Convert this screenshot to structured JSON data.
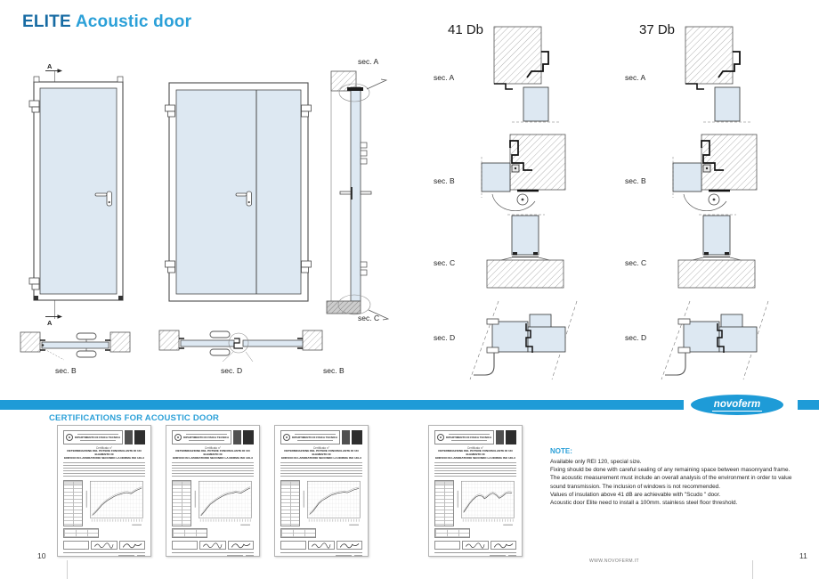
{
  "header": {
    "title_primary": "ELITE",
    "title_secondary": "Acoustic door"
  },
  "left_page": {
    "section_marker": "A",
    "vertical_section": {
      "top_label": "sec. A",
      "bottom_label": "sec. C"
    },
    "plan_labels": {
      "single": "sec. B",
      "double_center": "sec. D",
      "double_right": "sec. B"
    }
  },
  "right_page": {
    "columns": [
      {
        "rating": "41 Db",
        "section_labels": [
          "sec. A",
          "sec. B",
          "sec. C",
          "sec. D"
        ]
      },
      {
        "rating": "37 Db",
        "section_labels": [
          "sec. A",
          "sec. B",
          "sec. C",
          "sec. D"
        ]
      }
    ]
  },
  "brand": {
    "logo_text": "novoferm",
    "accent_color": "#1e9bd7"
  },
  "certifications": {
    "heading": "CERTIFICATIONS FOR ACOUSTIC DOOR",
    "documents": [
      {
        "institute_header": "DIPARTIMENTO DI FISICA TECNICA",
        "certificate_label": "Certificato n°",
        "title_line1": "DETERMINAZIONE DEL POTERE FONOISOLANTE DI UN ELEMENTO DI",
        "title_line2": "EDIFICIO IN LABORATORIO SECONDO LA NORMA ISO 140-3",
        "curve": [
          [
            4,
            74
          ],
          [
            10,
            68
          ],
          [
            16,
            60
          ],
          [
            22,
            52
          ],
          [
            28,
            46
          ],
          [
            34,
            41
          ],
          [
            40,
            37
          ],
          [
            46,
            33
          ],
          [
            52,
            30
          ],
          [
            58,
            28
          ],
          [
            64,
            26
          ],
          [
            70,
            25
          ],
          [
            74,
            26
          ],
          [
            78,
            27
          ],
          [
            82,
            24
          ],
          [
            88,
            20
          ],
          [
            94,
            17
          ],
          [
            98,
            15
          ]
        ]
      },
      {
        "institute_header": "DIPARTIMENTO DI FISICA TECNICA",
        "certificate_label": "Certificato n°",
        "title_line1": "DETERMINAZIONE DEL POTERE FONOISOLANTE DI UN ELEMENTO DI",
        "title_line2": "EDIFICIO IN LABORATORIO SECONDO LA NORMA ISO 140-3",
        "curve": [
          [
            4,
            75
          ],
          [
            10,
            67
          ],
          [
            16,
            58
          ],
          [
            22,
            50
          ],
          [
            28,
            45
          ],
          [
            34,
            40
          ],
          [
            40,
            36
          ],
          [
            46,
            32
          ],
          [
            52,
            29
          ],
          [
            58,
            27
          ],
          [
            64,
            26
          ],
          [
            70,
            24
          ],
          [
            76,
            25
          ],
          [
            80,
            26
          ],
          [
            86,
            22
          ],
          [
            92,
            18
          ],
          [
            98,
            15
          ]
        ]
      },
      {
        "institute_header": "DIPARTIMENTO DI FISICA TECNICA",
        "certificate_label": "Certificato n°",
        "title_line1": "DETERMINAZIONE DEL POTERE FONOISOLANTE DI UN ELEMENTO DI",
        "title_line2": "EDIFICIO IN LABORATORIO SECONDO LA NORMA ISO 140-3",
        "curve": [
          [
            4,
            72
          ],
          [
            10,
            66
          ],
          [
            16,
            57
          ],
          [
            22,
            48
          ],
          [
            28,
            42
          ],
          [
            34,
            38
          ],
          [
            40,
            34
          ],
          [
            46,
            30
          ],
          [
            52,
            28
          ],
          [
            58,
            26
          ],
          [
            64,
            25
          ],
          [
            70,
            24
          ],
          [
            76,
            25
          ],
          [
            82,
            22
          ],
          [
            88,
            19
          ],
          [
            94,
            17
          ],
          [
            98,
            16
          ]
        ]
      },
      {
        "institute_header": "DIPARTIMENTO DI FISICA TECNICA",
        "certificate_label": "Certificato n°",
        "title_line1": "DETERMINAZIONE DEL POTERE FONOISOLANTE DI UN ELEMENTO DI",
        "title_line2": "EDIFICIO IN LABORATORIO SECONDO LA NORMA ISO 140-3",
        "curve": [
          [
            4,
            68
          ],
          [
            10,
            58
          ],
          [
            16,
            48
          ],
          [
            22,
            40
          ],
          [
            28,
            34
          ],
          [
            34,
            31
          ],
          [
            40,
            33
          ],
          [
            44,
            38
          ],
          [
            48,
            35
          ],
          [
            54,
            29
          ],
          [
            60,
            26
          ],
          [
            66,
            30
          ],
          [
            72,
            37
          ],
          [
            78,
            33
          ],
          [
            84,
            27
          ],
          [
            90,
            25
          ],
          [
            96,
            26
          ]
        ]
      }
    ]
  },
  "note": {
    "heading": "NOTE:",
    "lines": [
      "Available only REI 120, special size.",
      "Fixing should be done with careful sealing of any remaining space between masonryand frame.",
      "The acoustic measurement  must include an overall analysis of the environment in order to value",
      "sound transmission. The inclusion of windows is not recommended.",
      "Values of insulation above 41 dB are achievable with  \"Scudo \" door.",
      "Acoustic door Elite need to install a 100mm. stainless steel  floor threshold."
    ]
  },
  "footer": {
    "page_left": "10",
    "page_right": "11",
    "website": "WWW.NOVOFERM.IT"
  }
}
